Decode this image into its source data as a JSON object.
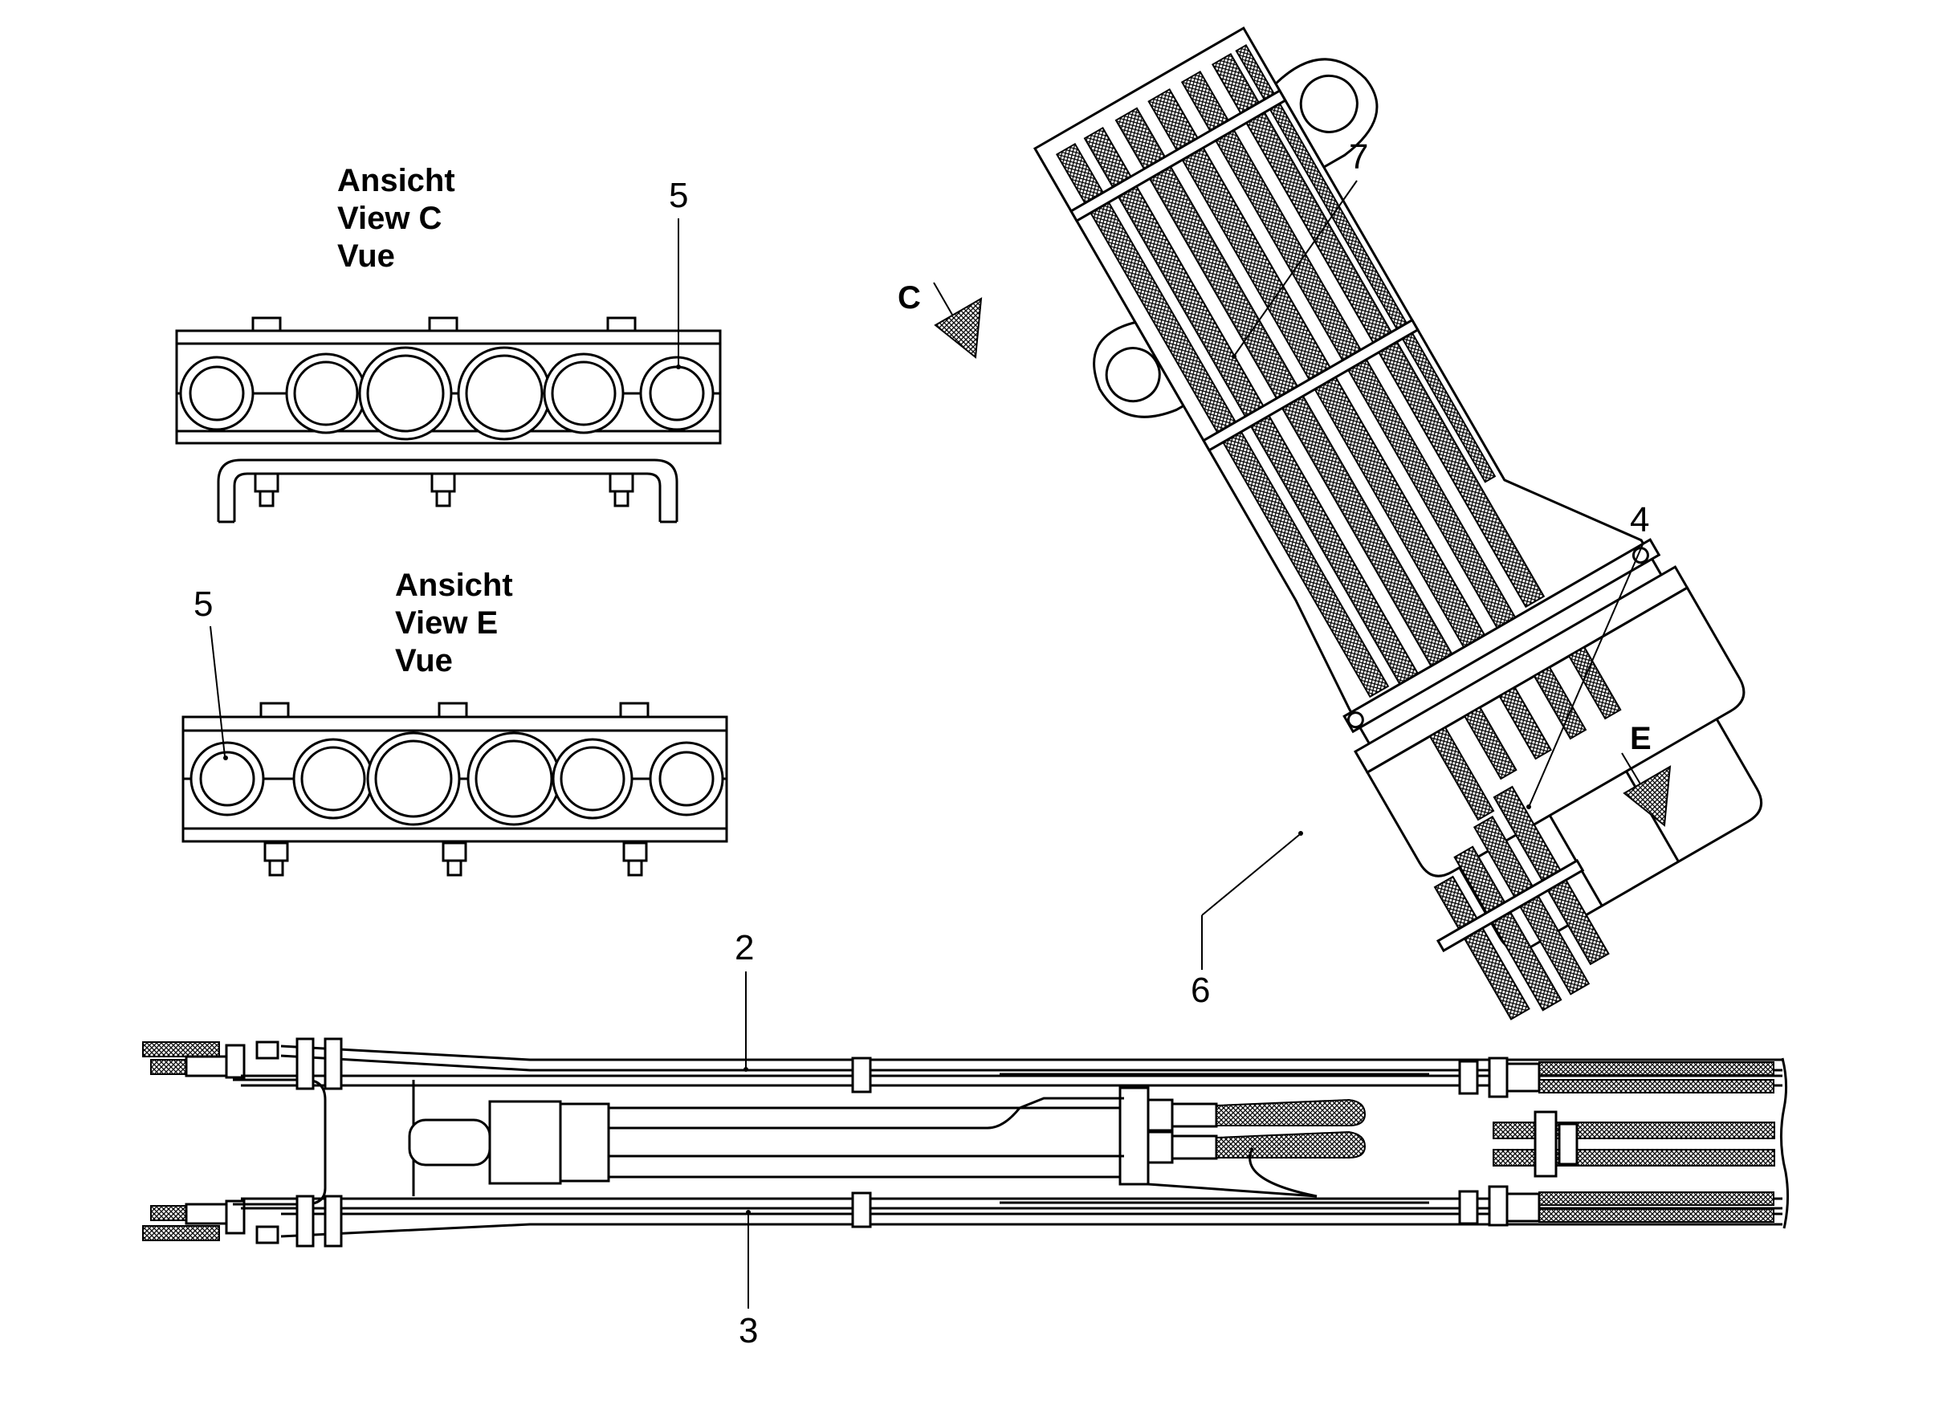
{
  "views": [
    {
      "id": "view-c",
      "lines": [
        "Ansicht",
        "View  C",
        "Vue"
      ]
    },
    {
      "id": "view-e",
      "lines": [
        "Ansicht",
        "View  E",
        "Vue"
      ]
    }
  ],
  "arrows": {
    "c": "C",
    "e": "E"
  },
  "callouts": {
    "c2": "2",
    "c3": "3",
    "c4": "4",
    "c5a": "5",
    "c5b": "5",
    "c6": "6",
    "c7": "7"
  }
}
